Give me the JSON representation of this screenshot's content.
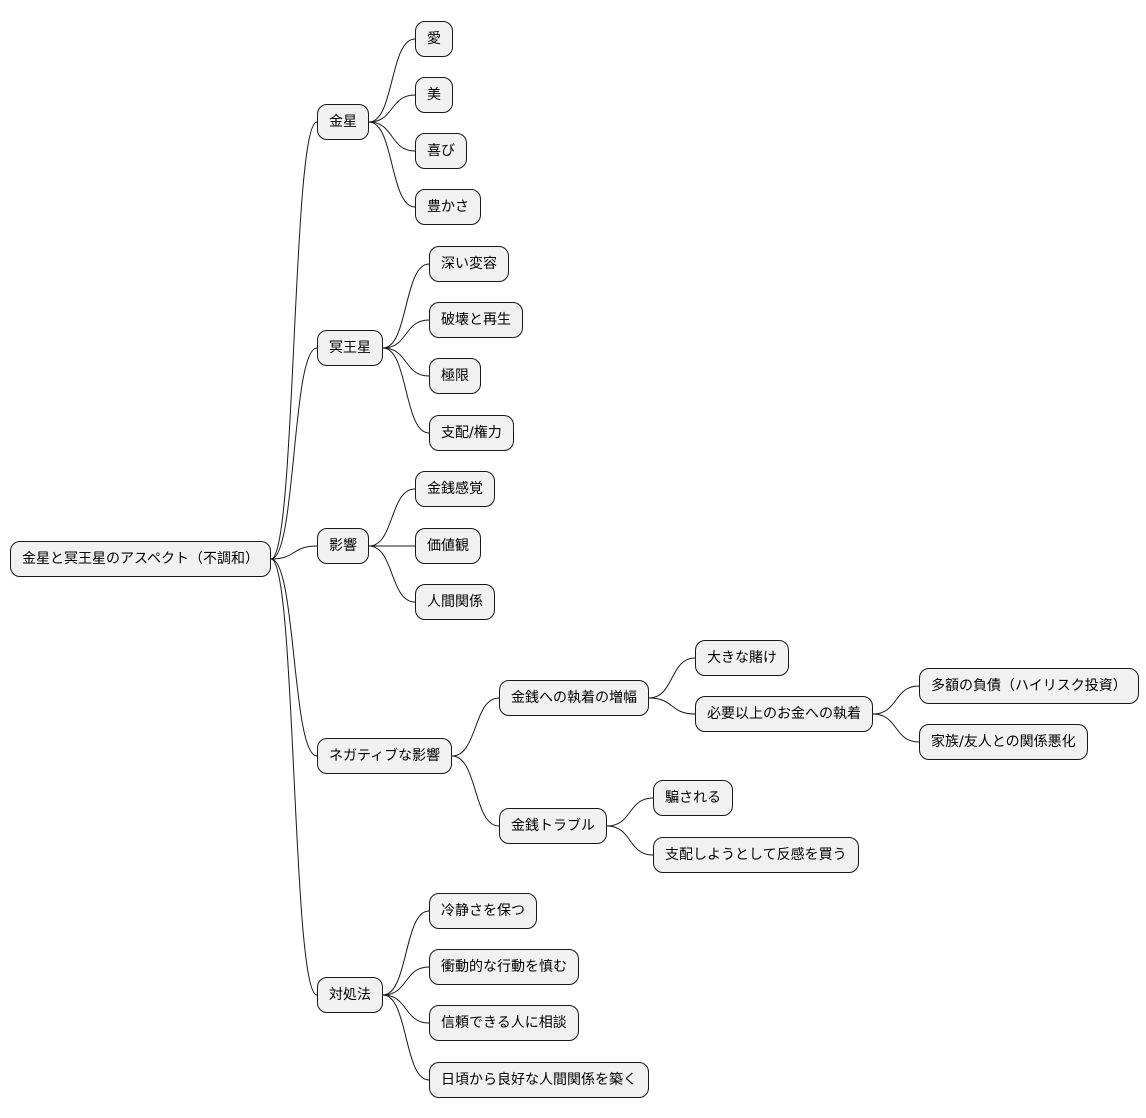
{
  "mindmap": {
    "root": {
      "label": "金星と冥王星のアスペクト（不調和）",
      "children": [
        {
          "label": "金星",
          "children": [
            {
              "label": "愛"
            },
            {
              "label": "美"
            },
            {
              "label": "喜び"
            },
            {
              "label": "豊かさ"
            }
          ]
        },
        {
          "label": "冥王星",
          "children": [
            {
              "label": "深い変容"
            },
            {
              "label": "破壊と再生"
            },
            {
              "label": "極限"
            },
            {
              "label": "支配/権力"
            }
          ]
        },
        {
          "label": "影響",
          "children": [
            {
              "label": "金銭感覚"
            },
            {
              "label": "価値観"
            },
            {
              "label": "人間関係"
            }
          ]
        },
        {
          "label": "ネガティブな影響",
          "children": [
            {
              "label": "金銭への執着の増幅",
              "children": [
                {
                  "label": "大きな賭け"
                },
                {
                  "label": "必要以上のお金への執着",
                  "children": [
                    {
                      "label": "多額の負債（ハイリスク投資）"
                    },
                    {
                      "label": "家族/友人との関係悪化"
                    }
                  ]
                }
              ]
            },
            {
              "label": "金銭トラブル",
              "children": [
                {
                  "label": "騙される"
                },
                {
                  "label": "支配しようとして反感を買う"
                }
              ]
            }
          ]
        },
        {
          "label": "対処法",
          "children": [
            {
              "label": "冷静さを保つ"
            },
            {
              "label": "衝動的な行動を慎む"
            },
            {
              "label": "信頼できる人に相談"
            },
            {
              "label": "日頃から良好な人間関係を築く"
            }
          ]
        }
      ]
    }
  }
}
